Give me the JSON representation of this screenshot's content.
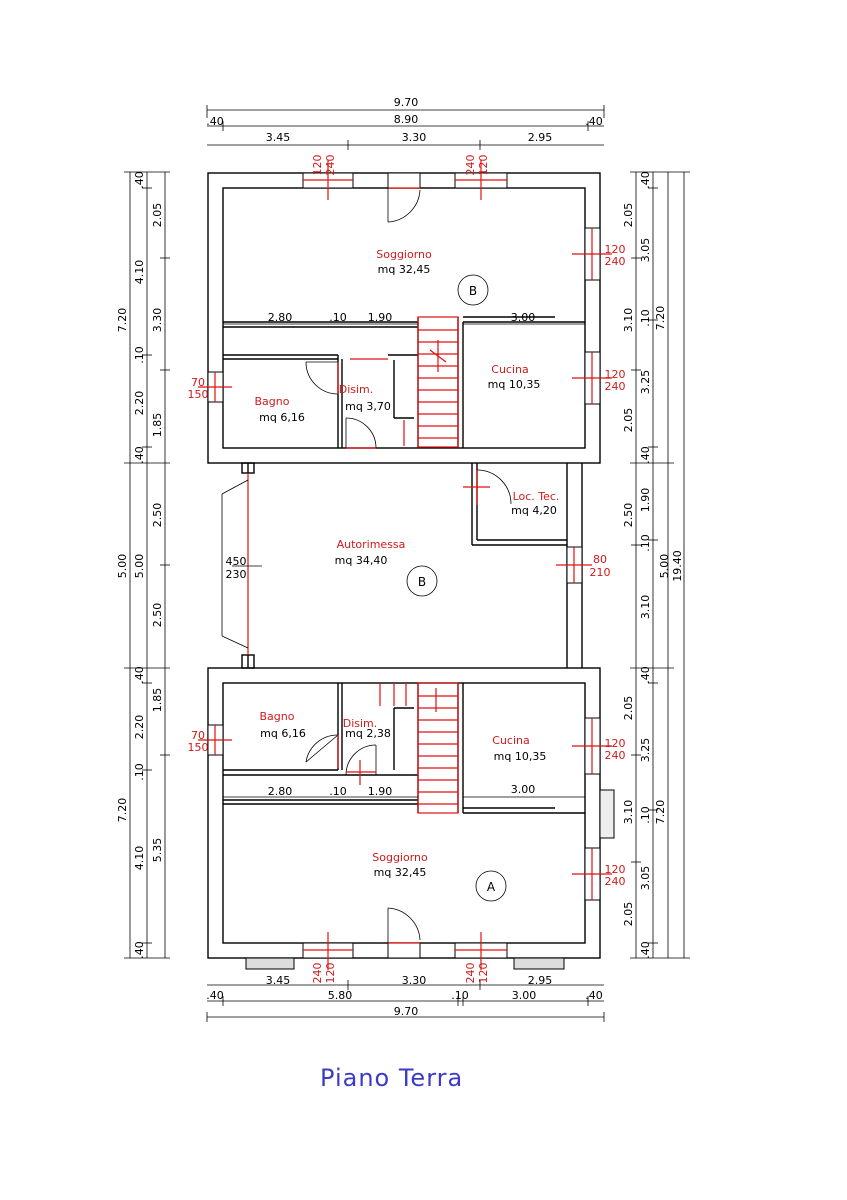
{
  "title": "Piano Terra",
  "rooms": {
    "soggiorno_b": {
      "name": "Soggiorno",
      "area": "mq 32,45"
    },
    "cucina_b": {
      "name": "Cucina",
      "area": "mq 10,35"
    },
    "bagno_b": {
      "name": "Bagno",
      "area": "mq 6,16"
    },
    "disim_b": {
      "name": "Disim.",
      "area": "mq 3,70"
    },
    "autorimessa": {
      "name": "Autorimessa",
      "area": "mq 34,40"
    },
    "loc_tec": {
      "name": "Loc. Tec.",
      "area": "mq 4,20"
    },
    "bagno_a": {
      "name": "Bagno",
      "area": "mq 6,16"
    },
    "disim_a": {
      "name": "Disim.",
      "area": "mq 2,38"
    },
    "cucina_a": {
      "name": "Cucina",
      "area": "mq 10,35"
    },
    "soggiorno_a": {
      "name": "Soggiorno",
      "area": "mq 32,45"
    }
  },
  "units": {
    "top": "B",
    "garage": "B",
    "bottom": "A"
  },
  "openings": {
    "win_120": "120",
    "win_240": "240",
    "win_70": "70",
    "win_150": "150",
    "garage_450": "450",
    "garage_230": "230",
    "door_80": "80",
    "door_210": "210"
  },
  "dims": {
    "top_total": "9.70",
    "top_row2": [
      ".40",
      "8.90",
      ".40"
    ],
    "top_row3": [
      "3.45",
      "3.30",
      "2.95"
    ],
    "top_inner": [
      "2.80",
      ".10",
      "1.90",
      "3.00"
    ],
    "bottom_row1": [
      "3.45",
      "3.30",
      "2.95"
    ],
    "bottom_row2": [
      ".40",
      "5.80",
      ".10",
      "3.00",
      ".40"
    ],
    "bottom_total": "9.70",
    "bottom_inner": [
      "2.80",
      ".10",
      "1.90",
      "3.00"
    ],
    "left_outer": [
      "7.20",
      "5.00",
      "7.20"
    ],
    "left_mid": [
      ".40",
      "4.10",
      ".10",
      "2.20",
      ".40",
      "5.00",
      ".40",
      "2.20",
      ".10",
      "4.10",
      ".40"
    ],
    "left_inner": [
      "2.05",
      "3.30",
      "1.85",
      "2.50",
      "2.50",
      "1.85",
      "5.35"
    ],
    "right_inner": [
      "2.05",
      "3.10",
      "2.05",
      "2.50",
      "3.10",
      "2.05",
      "3.10",
      "2.05"
    ],
    "right_mid": [
      ".40",
      "3.05",
      ".10",
      "3.25",
      ".40",
      "1.90",
      ".10",
      "5.00",
      ".40",
      "3.25",
      ".10",
      "3.05",
      ".40"
    ],
    "right_outer": [
      "7.20",
      "7.20"
    ],
    "right_total": "19.40"
  }
}
